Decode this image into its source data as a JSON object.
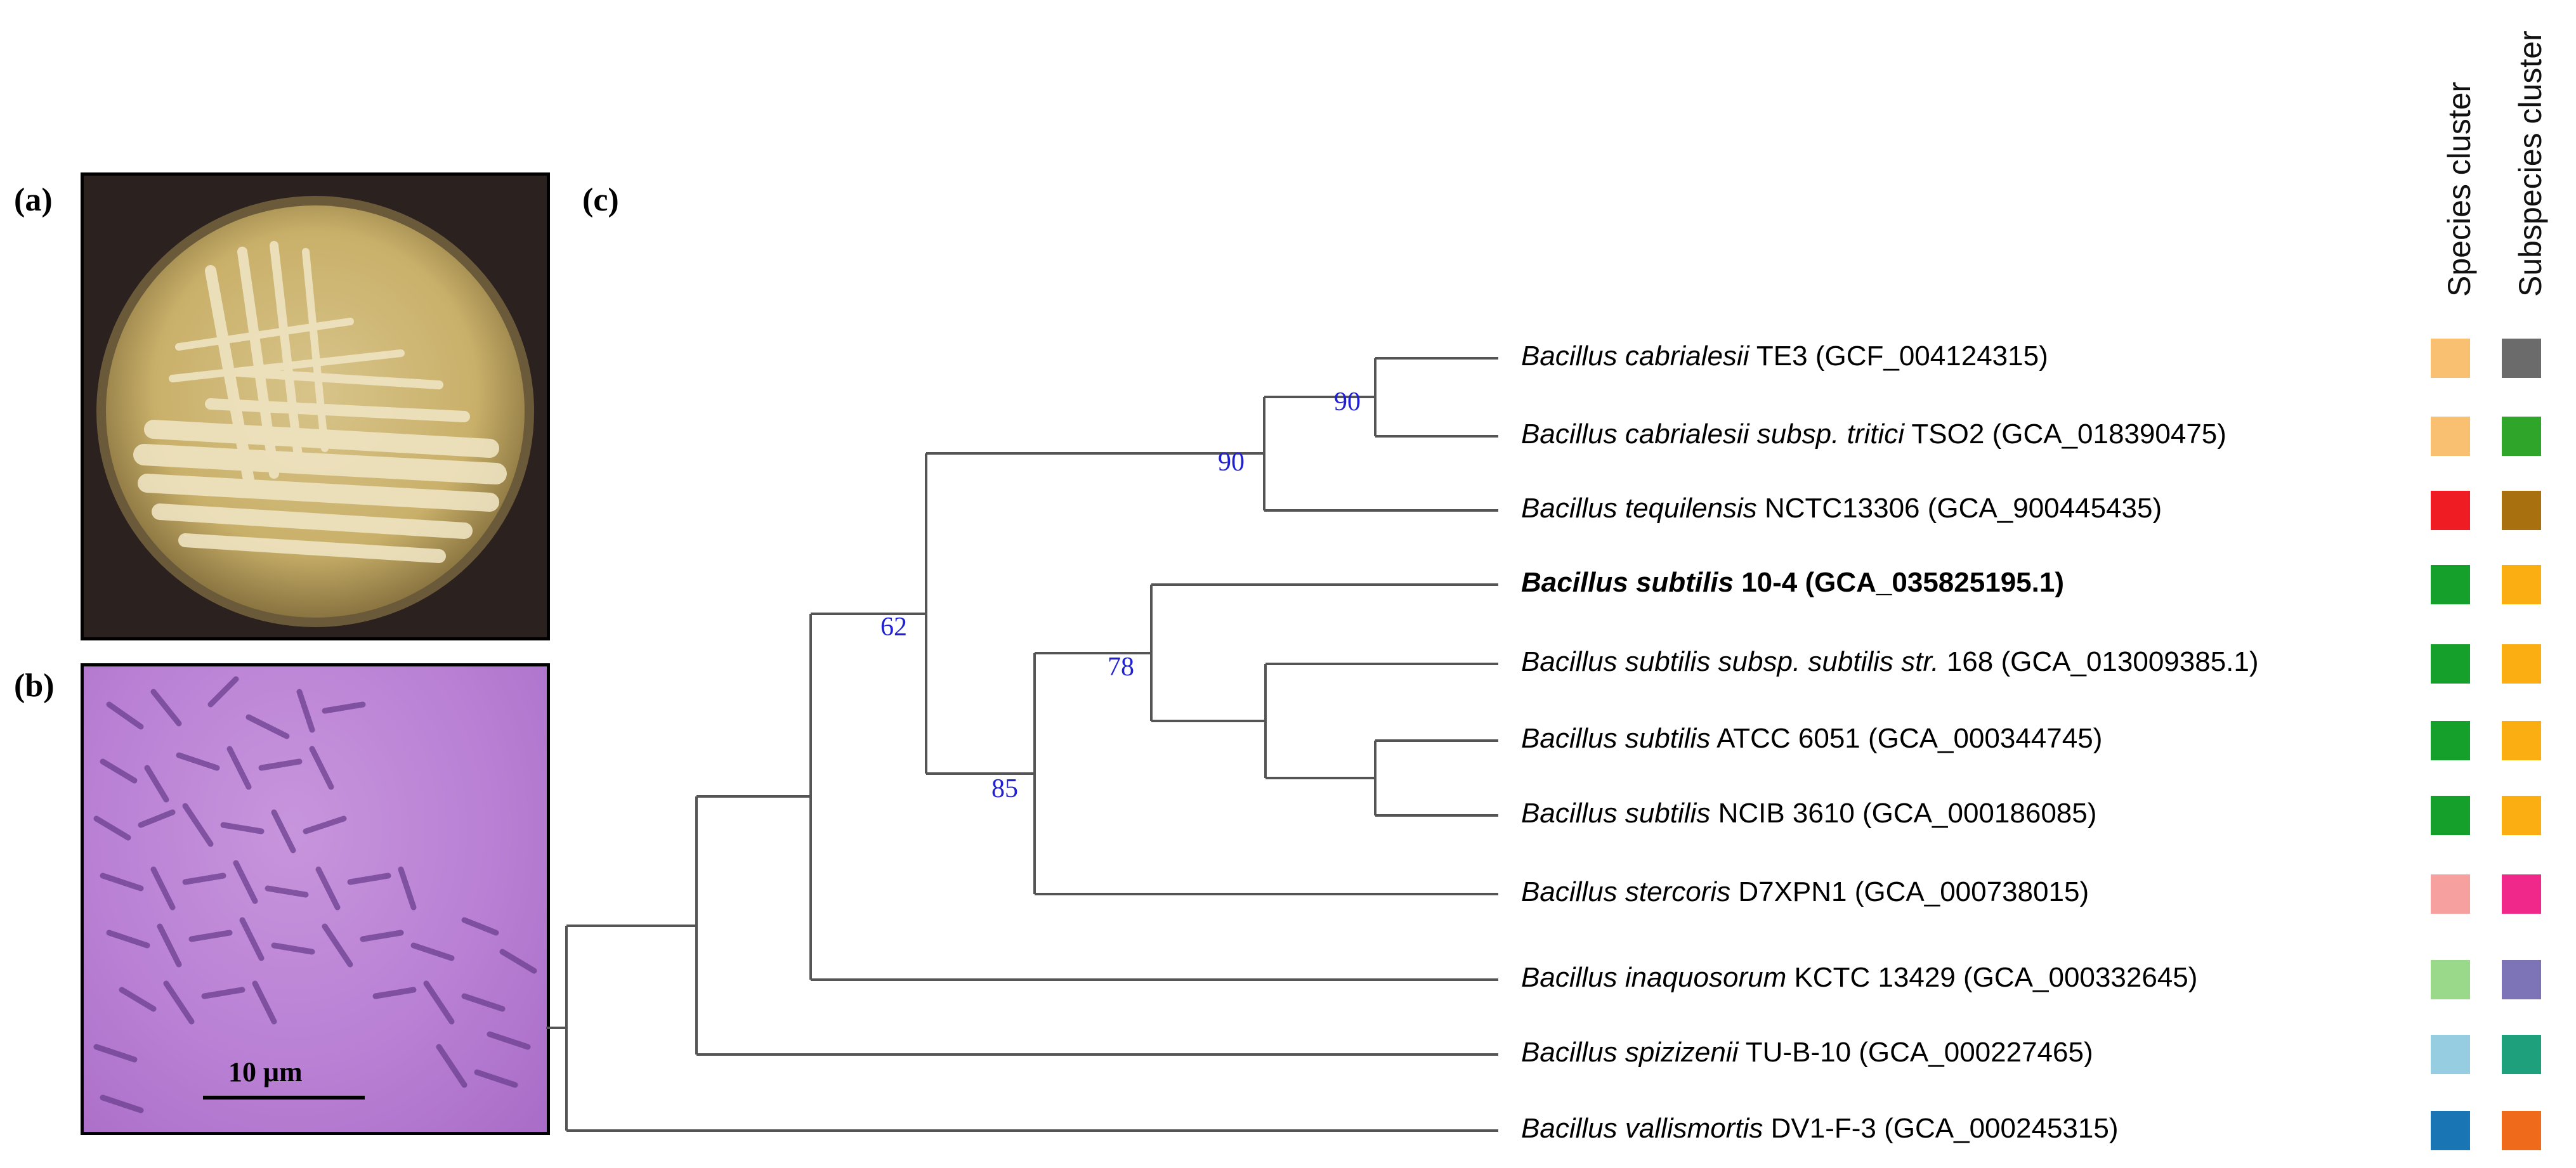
{
  "panels": {
    "a": "(a)",
    "b": "(b)",
    "c": "(c)"
  },
  "scale_bar": "10 μm",
  "headers": {
    "species": "Species cluster",
    "subspecies": "Subspecies cluster"
  },
  "tree": {
    "line_color": "#555555",
    "bootstrap_color": "#1f1fd6",
    "bootstrap_values": [
      "90",
      "90",
      "62",
      "78",
      "85"
    ],
    "taxa": [
      {
        "name": "Bacillus cabrialesii",
        "strain": "TE3 (GCF_004124315)",
        "bold": false,
        "species_color": "#f8c070",
        "subspecies_color": "#6b6b6b"
      },
      {
        "name": "Bacillus cabrialesii subsp. tritici",
        "strain": "TSO2 (GCA_018390475)",
        "bold": false,
        "species_color": "#f8c070",
        "subspecies_color": "#2fa52a"
      },
      {
        "name": "Bacillus tequilensis",
        "strain": "NCTC13306 (GCA_900445435)",
        "bold": false,
        "species_color": "#ef1c24",
        "subspecies_color": "#a8700f"
      },
      {
        "name": "Bacillus subtilis",
        "strain": "10-4 (GCA_035825195.1)",
        "bold": true,
        "species_color": "#14a02a",
        "subspecies_color": "#fbae12"
      },
      {
        "name": "Bacillus subtilis subsp. subtilis str.",
        "strain": "168 (GCA_013009385.1)",
        "bold": false,
        "species_color": "#14a02a",
        "subspecies_color": "#fbae12"
      },
      {
        "name": "Bacillus subtilis",
        "strain": "ATCC 6051 (GCA_000344745)",
        "bold": false,
        "species_color": "#14a02a",
        "subspecies_color": "#fbae12"
      },
      {
        "name": "Bacillus subtilis",
        "strain": "NCIB 3610 (GCA_000186085)",
        "bold": false,
        "species_color": "#14a02a",
        "subspecies_color": "#fbae12"
      },
      {
        "name": "Bacillus stercoris",
        "strain": "D7XPN1 (GCA_000738015)",
        "bold": false,
        "species_color": "#f7a0a0",
        "subspecies_color": "#f0288a"
      },
      {
        "name": "Bacillus inaquosorum",
        "strain": "KCTC 13429 (GCA_000332645)",
        "bold": false,
        "species_color": "#9ad88a",
        "subspecies_color": "#7d74b8"
      },
      {
        "name": "Bacillus spizizenii",
        "strain": "TU-B-10 (GCA_000227465)",
        "bold": false,
        "species_color": "#96cde0",
        "subspecies_color": "#1fa07c"
      },
      {
        "name": "Bacillus vallismortis",
        "strain": "DV1-F-3 (GCA_000245315)",
        "bold": false,
        "species_color": "#1a75b5",
        "subspecies_color": "#f06a1c"
      }
    ]
  }
}
